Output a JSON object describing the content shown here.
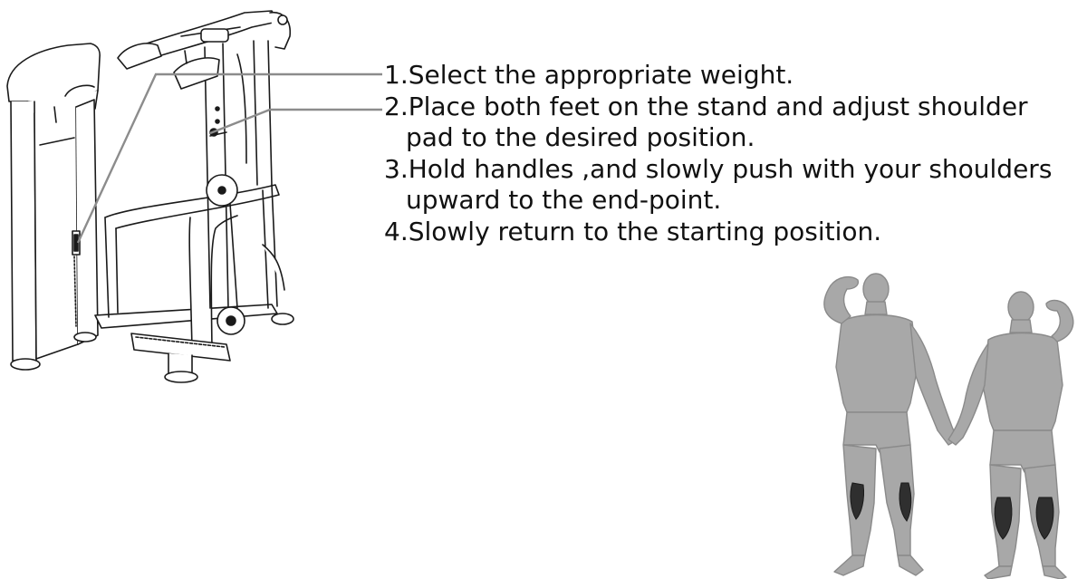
{
  "colors": {
    "line": "#1a1a1a",
    "leader": "#8c8c8c",
    "figure_body": "#a8a8a8",
    "figure_outline": "#8a8a8a",
    "muscle_highlight": "#2f2f2f"
  },
  "instructions": {
    "step1": "1.Select the appropriate weight.",
    "step2_line1": "2.Place both feet on the stand and adjust shoulder",
    "step2_line2": "pad to the desired position.",
    "step3_line1": "3.Hold handles ,and slowly push with your shoulders",
    "step3_line2": "upward to the end-point.",
    "step4": "4.Slowly return to the starting position."
  },
  "targeted_muscle": "calves"
}
